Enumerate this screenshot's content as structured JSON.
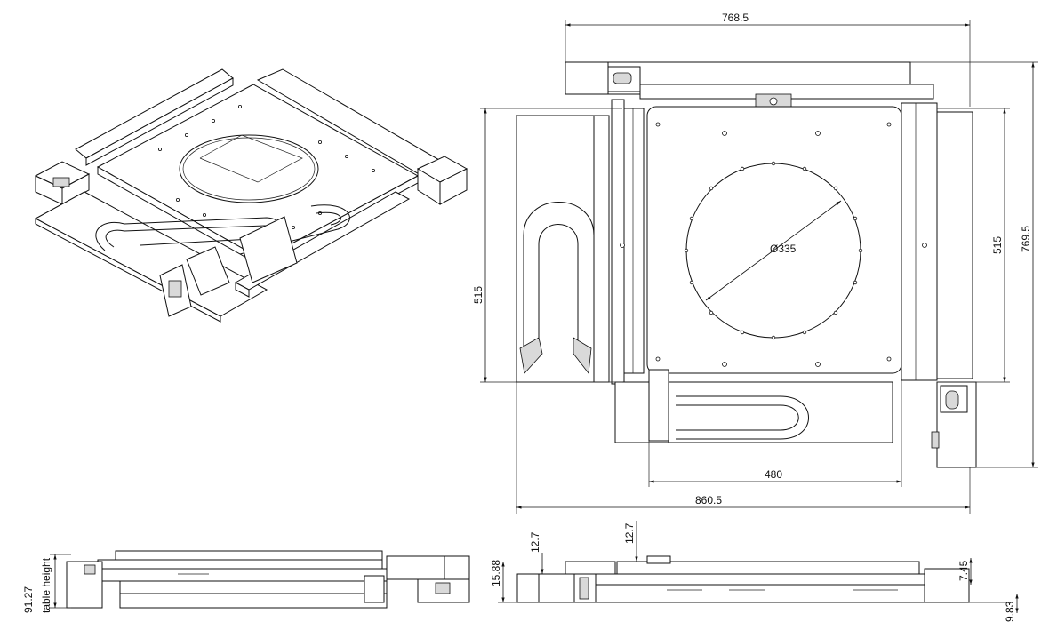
{
  "dimensions": {
    "overall_width": "768.5",
    "overall_height": "769.5",
    "table_width": "860.5",
    "travel_left": "515",
    "travel_right": "515",
    "lower_stage": "480",
    "aperture": "Ø335",
    "front_height_a": "12.7",
    "front_height_b": "12.7",
    "front_height_c": "15.88",
    "front_right_a": "7.45",
    "front_right_b": "9.83",
    "side_height": "91.27",
    "side_label": "table height"
  },
  "colors": {
    "line": "#111111",
    "background": "#ffffff"
  }
}
